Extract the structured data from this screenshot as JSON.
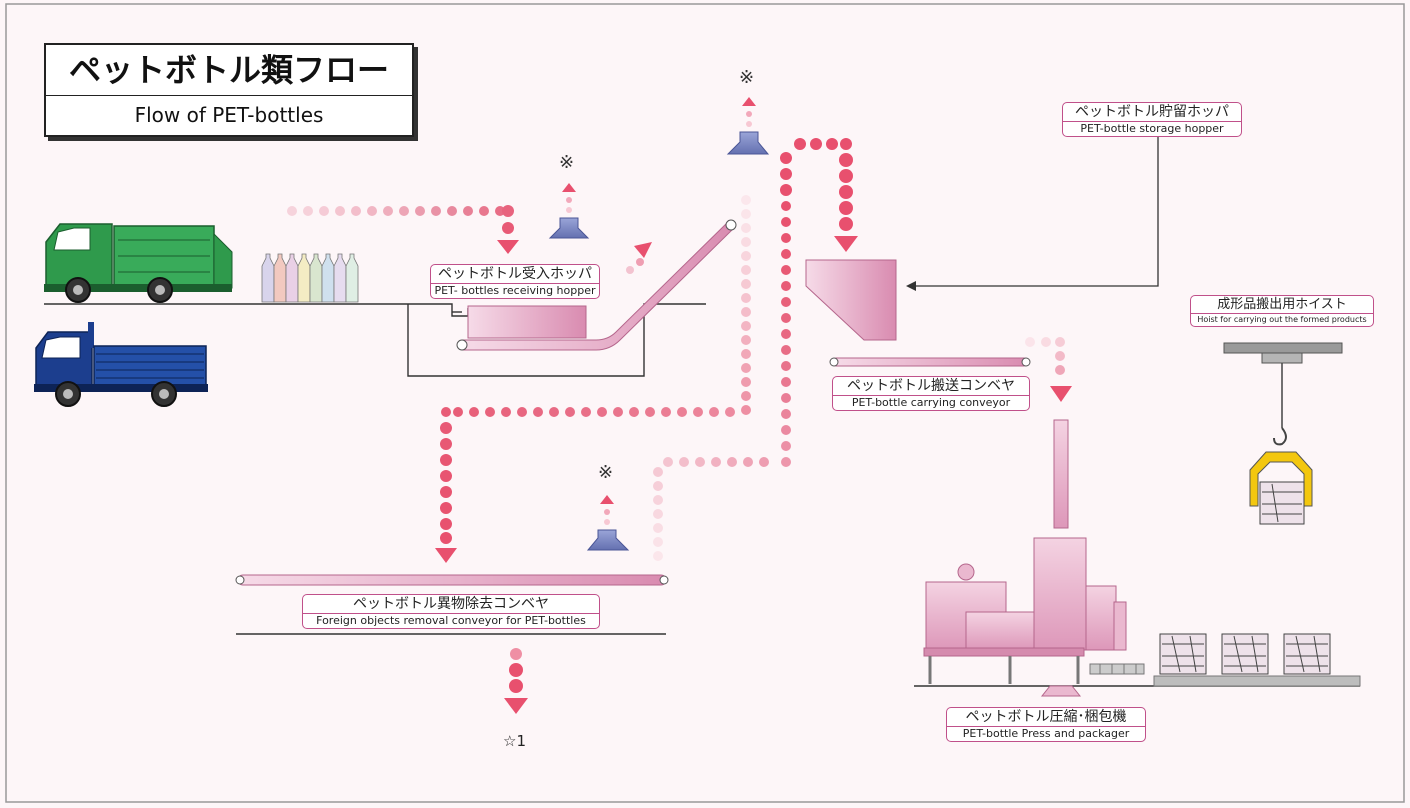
{
  "title": {
    "jp": "ペットボトル類フロー",
    "en": "Flow of PET-bottles"
  },
  "labels": {
    "receiving_hopper": {
      "jp": "ペットボトル受入ホッパ",
      "en": "PET- bottles receiving hopper"
    },
    "storage_hopper": {
      "jp": "ペットボトル貯留ホッパ",
      "en": "PET-bottle storage hopper"
    },
    "carrying_conveyor": {
      "jp": "ペットボトル搬送コンベヤ",
      "en": "PET-bottle carrying conveyor"
    },
    "removal_conveyor": {
      "jp": "ペットボトル異物除去コンベヤ",
      "en": "Foreign objects removal conveyor for PET-bottles"
    },
    "press_packager": {
      "jp": "ペットボトル圧縮･梱包機",
      "en": "PET-bottle Press and packager"
    },
    "hoist": {
      "jp": "成形品搬出用ホイスト",
      "en": "Hoist for carrying out the formed products"
    }
  },
  "exhaust_mark": "※",
  "exit_mark": "☆1",
  "colors": {
    "flow_pink": "#e8506e",
    "machine_pink": "#eab8cf",
    "truck_green": "#2f9a4c",
    "truck_blue": "#1c3e8e",
    "duct_blue": "#7a86c2"
  }
}
